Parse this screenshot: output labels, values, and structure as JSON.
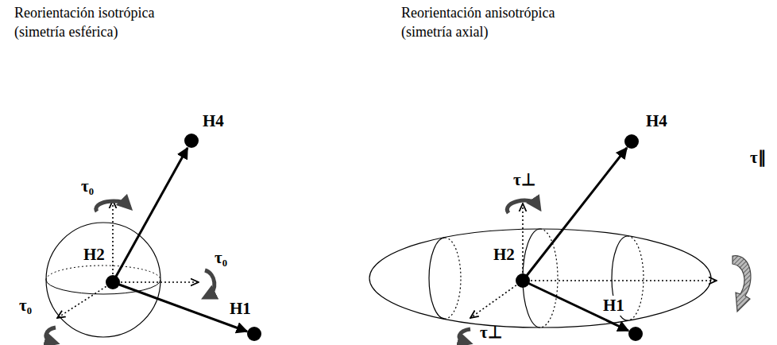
{
  "diagram": {
    "labels": [
      "Reorientación isotrópica",
      "(simetría esférica)",
      "Reorientación anisotrópica",
      "(simetría axial)",
      "H4",
      "H2",
      "H1",
      "τ₀",
      "τ₀",
      "τ₀",
      "H4",
      "H2",
      "H1",
      "τ⊥",
      "τ⊥",
      "τ∥"
    ]
  }
}
